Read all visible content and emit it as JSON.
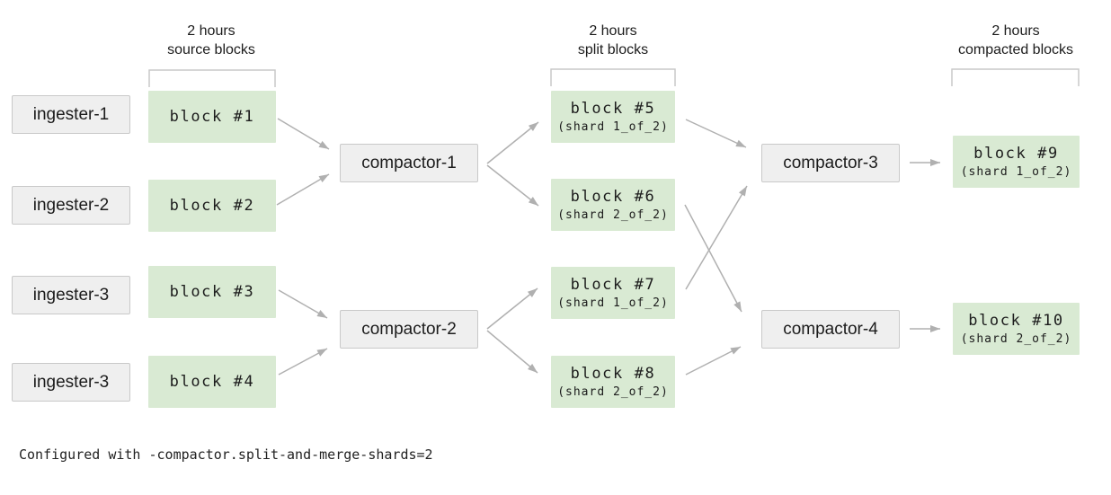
{
  "colors": {
    "block_green": "#d9ead3",
    "node_gray": "#efefef",
    "border_gray": "#c9c9c9",
    "arrow_gray": "#b0b0b0",
    "text_dark": "#1c1c1c"
  },
  "headers": {
    "source": {
      "line1": "2 hours",
      "line2": "source blocks"
    },
    "split": {
      "line1": "2 hours",
      "line2": "split blocks"
    },
    "compacted": {
      "line1": "2 hours",
      "line2": "compacted blocks"
    }
  },
  "ingesters": [
    {
      "label": "ingester-1"
    },
    {
      "label": "ingester-2"
    },
    {
      "label": "ingester-3"
    },
    {
      "label": "ingester-3"
    }
  ],
  "source_blocks": [
    {
      "label": "block #1"
    },
    {
      "label": "block #2"
    },
    {
      "label": "block #3"
    },
    {
      "label": "block #4"
    }
  ],
  "compactors": [
    {
      "label": "compactor-1"
    },
    {
      "label": "compactor-2"
    },
    {
      "label": "compactor-3"
    },
    {
      "label": "compactor-4"
    }
  ],
  "split_blocks": [
    {
      "label": "block #5",
      "shard": "(shard 1_of_2)"
    },
    {
      "label": "block #6",
      "shard": "(shard 2_of_2)"
    },
    {
      "label": "block #7",
      "shard": "(shard 1_of_2)"
    },
    {
      "label": "block #8",
      "shard": "(shard 2_of_2)"
    }
  ],
  "compacted_blocks": [
    {
      "label": "block #9",
      "shard": "(shard 1_of_2)"
    },
    {
      "label": "block #10",
      "shard": "(shard 2_of_2)"
    }
  ],
  "footer": {
    "text": "Configured with -compactor.split-and-merge-shards=2"
  }
}
